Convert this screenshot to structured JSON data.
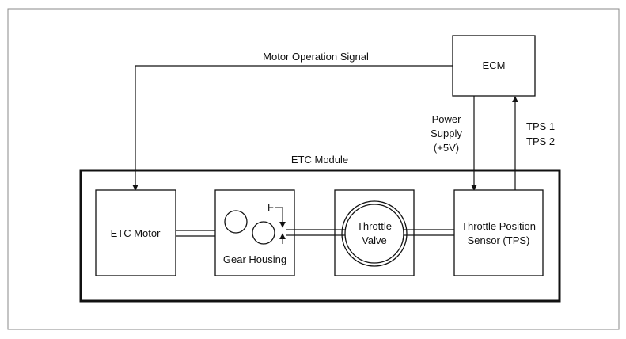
{
  "labels": {
    "ecm": "ECM",
    "motor_operation_signal": "Motor Operation Signal",
    "power_supply_line1": "Power",
    "power_supply_line2": "Supply",
    "power_supply_line3": "(+5V)",
    "tps1": "TPS 1",
    "tps2": "TPS 2",
    "etc_module": "ETC Module",
    "etc_motor": "ETC Motor",
    "gear_housing": "Gear Housing",
    "force": "F",
    "throttle_line1": "Throttle",
    "throttle_line2": "Valve",
    "tps_sensor_line1": "Throttle Position",
    "tps_sensor_line2": "Sensor (TPS)"
  }
}
